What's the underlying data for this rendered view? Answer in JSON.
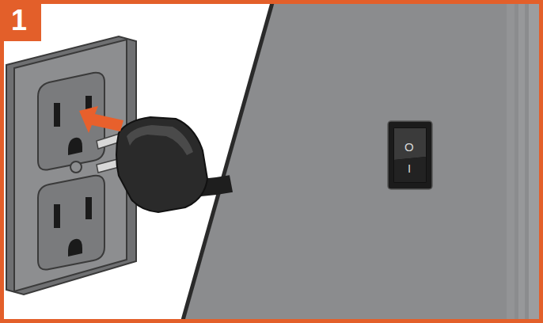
{
  "diagram": {
    "nodes": [
      {
        "text": [
          "1"
        ]
      },
      {
        "text": [
          "O",
          "I"
        ]
      }
    ]
  }
}
